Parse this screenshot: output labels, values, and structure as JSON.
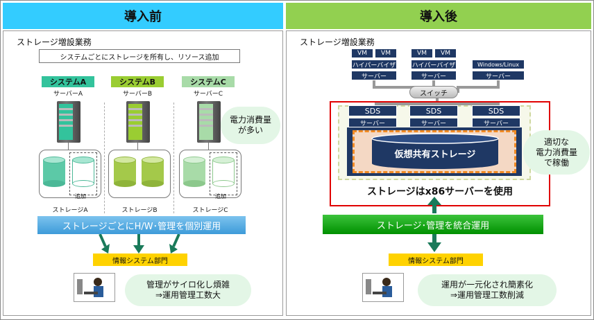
{
  "left": {
    "header": "導入前",
    "section_title": "ストレージ増設業務",
    "note": "システムごとにストレージを所有し、リソース追加",
    "systems": [
      {
        "name": "システムA",
        "server": "サーバーA",
        "storage": "ストレージA"
      },
      {
        "name": "システムB",
        "server": "サーバーB",
        "storage": "ストレージB"
      },
      {
        "name": "システムC",
        "server": "サーバーC",
        "storage": "ストレージC"
      }
    ],
    "add_label": "追加",
    "cloud_power": "電力消費量\nが多い",
    "banner": "ストレージごとにH/W･管理を個別運用",
    "dept": "情報システム部門",
    "cloud_bottom": "管理がサイロ化し煩雑\n⇒運用管理工数大"
  },
  "right": {
    "header": "導入後",
    "section_title": "ストレージ増設業務",
    "hosts": [
      {
        "vm1": "VM",
        "vm2": "VM",
        "hv": "ハイパーバイザ",
        "server": "サーバー"
      },
      {
        "vm1": "VM",
        "vm2": "VM",
        "hv": "ハイパーバイザ",
        "server": "サーバー"
      },
      {
        "os": "Windows/Linux",
        "server": "サーバー"
      }
    ],
    "switch": "スイッチ",
    "sds_nodes": [
      {
        "sds": "SDS",
        "server": "サーバー"
      },
      {
        "sds": "SDS",
        "server": "サーバー"
      },
      {
        "sds": "SDS",
        "server": "サーバー"
      }
    ],
    "shared_storage": "仮想共有ストレージ",
    "x86_note": "ストレージはx86サーバーを使用",
    "cloud_power": "適切な\n電力消費量\nで稼働",
    "banner": "ストレージ･管理を統合運用",
    "dept": "情報システム部門",
    "cloud_bottom": "運用が一元化され簡素化\n⇒運用管理工数削減"
  },
  "colors": {
    "left_header": "#33ccff",
    "right_header": "#92d050",
    "left_banner": "#4aa3df",
    "right_banner": "#00a000",
    "sys_a": "#33c39c",
    "sys_b": "#9acd32",
    "sys_c": "#a8dba8",
    "navy": "#1f3864",
    "red_box": "#e00000",
    "orange_dash": "#f08a24",
    "arrow": "#1a7a5a"
  }
}
